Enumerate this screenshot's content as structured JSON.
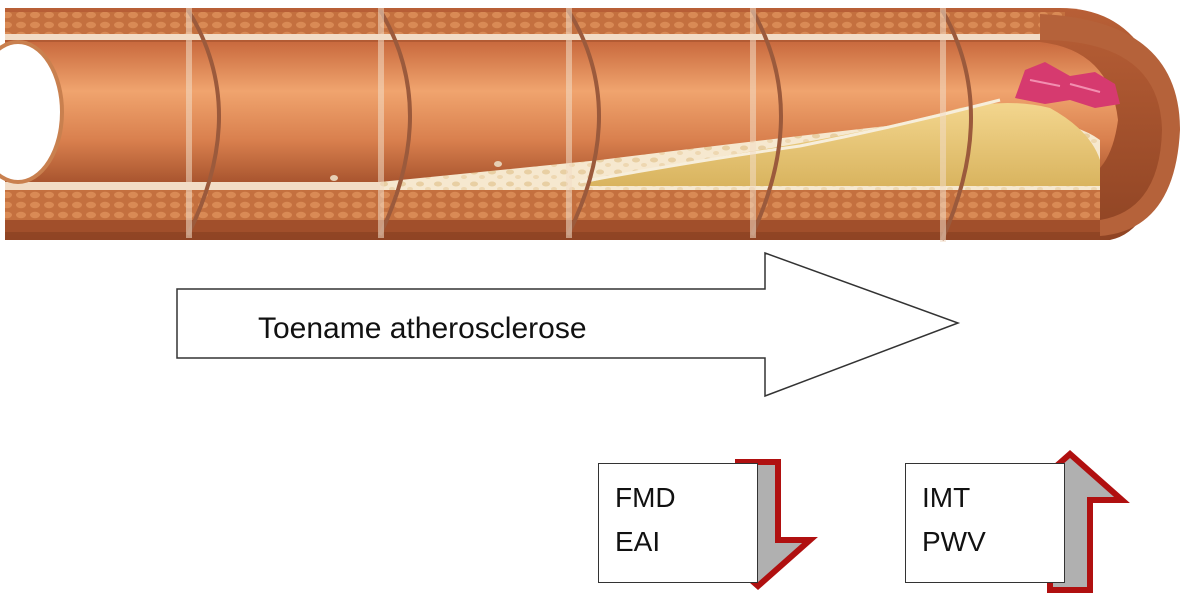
{
  "progression": {
    "arrow_label": "Toename atherosclerose",
    "stages": [
      "stage-1",
      "stage-2",
      "stage-3",
      "stage-4",
      "stage-5",
      "stage-6"
    ]
  },
  "decreasing": {
    "markers": [
      "FMD",
      "EAI"
    ],
    "direction": "down",
    "icon": "down-arrow-icon"
  },
  "increasing": {
    "markers": [
      "IMT",
      "PWV"
    ],
    "direction": "up",
    "icon": "up-arrow-icon"
  },
  "colors": {
    "vessel_wall": "#c8764a",
    "vessel_lumen": "#e8965f",
    "plaque": "#e9c77d",
    "lesion": "#d63a6f",
    "indicator_outline": "#b01010",
    "indicator_fill": "#b0b0b0"
  }
}
